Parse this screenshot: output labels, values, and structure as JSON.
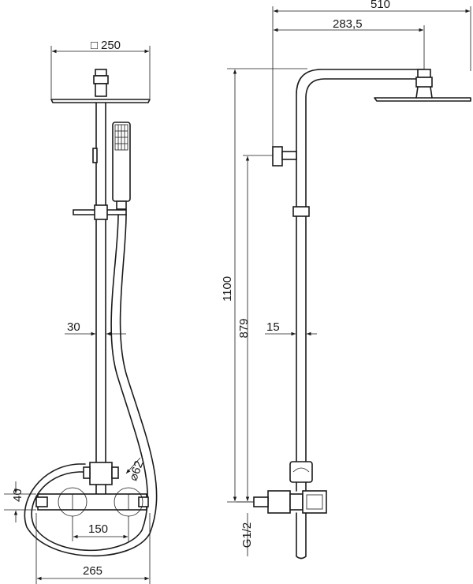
{
  "dimensions": {
    "head_width": "250",
    "top_total": "510",
    "top_arm": "283,5",
    "height_total": "1100",
    "height_slider": "879",
    "pipe_offset": "15",
    "rail_diameter": "30",
    "mixer_diameter": "⌀62",
    "mixer_height": "40",
    "center_distance": "150",
    "mixer_width": "265",
    "thread": "G1/2"
  },
  "symbols": {
    "square_symbol": "□"
  }
}
